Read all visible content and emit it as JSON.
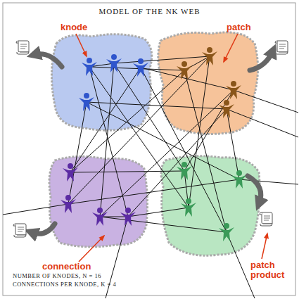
{
  "diagram": {
    "title": "MODEL OF THE NK WEB",
    "labels": [
      "knode",
      "patch",
      "connection",
      "patch product",
      "NUMBER OF KNODES, N = 16",
      "CONNECTIONS PER KNODE, K = 4"
    ]
  }
}
